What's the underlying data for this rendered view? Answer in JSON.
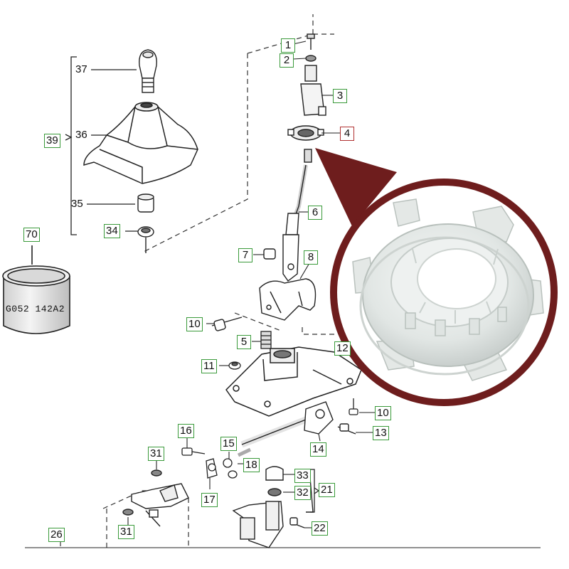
{
  "callouts": [
    {
      "id": "1",
      "boxed": true
    },
    {
      "id": "2",
      "boxed": true
    },
    {
      "id": "3",
      "boxed": true
    },
    {
      "id": "4",
      "boxed": true,
      "accent": true
    },
    {
      "id": "6",
      "boxed": true
    },
    {
      "id": "7",
      "boxed": true
    },
    {
      "id": "8",
      "boxed": true
    },
    {
      "id": "10",
      "boxed": true
    },
    {
      "id": "5",
      "boxed": true
    },
    {
      "id": "11",
      "boxed": true
    },
    {
      "id": "12",
      "boxed": true
    },
    {
      "id": "10",
      "boxed": true
    },
    {
      "id": "13",
      "boxed": true
    },
    {
      "id": "14",
      "boxed": true
    },
    {
      "id": "15",
      "boxed": true
    },
    {
      "id": "16",
      "boxed": true
    },
    {
      "id": "18",
      "boxed": true
    },
    {
      "id": "17",
      "boxed": true
    },
    {
      "id": "31",
      "boxed": true
    },
    {
      "id": "33",
      "boxed": true
    },
    {
      "id": "32",
      "boxed": true
    },
    {
      "id": "21",
      "boxed": true
    },
    {
      "id": "22",
      "boxed": true
    },
    {
      "id": "31",
      "boxed": true
    },
    {
      "id": "26",
      "boxed": true
    },
    {
      "id": "37",
      "boxed": false
    },
    {
      "id": "36",
      "boxed": false
    },
    {
      "id": "35",
      "boxed": false
    },
    {
      "id": "39",
      "boxed": true
    },
    {
      "id": "34",
      "boxed": true
    },
    {
      "id": "70",
      "boxed": true
    }
  ],
  "part_tag": "G052 142A2",
  "colors": {
    "callout_border": "#3a9a3a",
    "highlight_border": "#b03030",
    "zoom_ring": "#6e1d1d",
    "line": "#222222"
  },
  "icons": [
    "gear-knob-icon",
    "shift-boot-icon",
    "grease-can-icon",
    "bushing-closeup-icon"
  ]
}
